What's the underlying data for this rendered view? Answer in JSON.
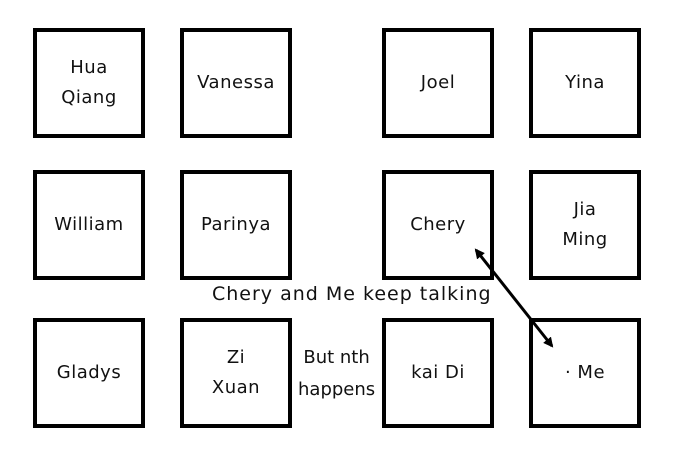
{
  "seats": [
    {
      "id": "hua-qiang",
      "label": "Hua\nQiang"
    },
    {
      "id": "vanessa",
      "label": "Vanessa"
    },
    {
      "id": "joel",
      "label": "Joel"
    },
    {
      "id": "yina",
      "label": "Yina"
    },
    {
      "id": "william",
      "label": "William"
    },
    {
      "id": "parinya",
      "label": "Parinya"
    },
    {
      "id": "chery",
      "label": "Chery"
    },
    {
      "id": "jia-ming",
      "label": "Jia\nMing"
    },
    {
      "id": "gladys",
      "label": "Gladys"
    },
    {
      "id": "zi-xuan",
      "label": "Zi\nXuan"
    },
    {
      "id": "kai-di",
      "label": "kai Di"
    },
    {
      "id": "me",
      "label": "· Me"
    }
  ],
  "notes": {
    "talking": "Chery and Me keep talking",
    "nothing_happens": "But nth\nhappens"
  },
  "colors": {
    "stroke": "#000000",
    "background": "#ffffff"
  }
}
